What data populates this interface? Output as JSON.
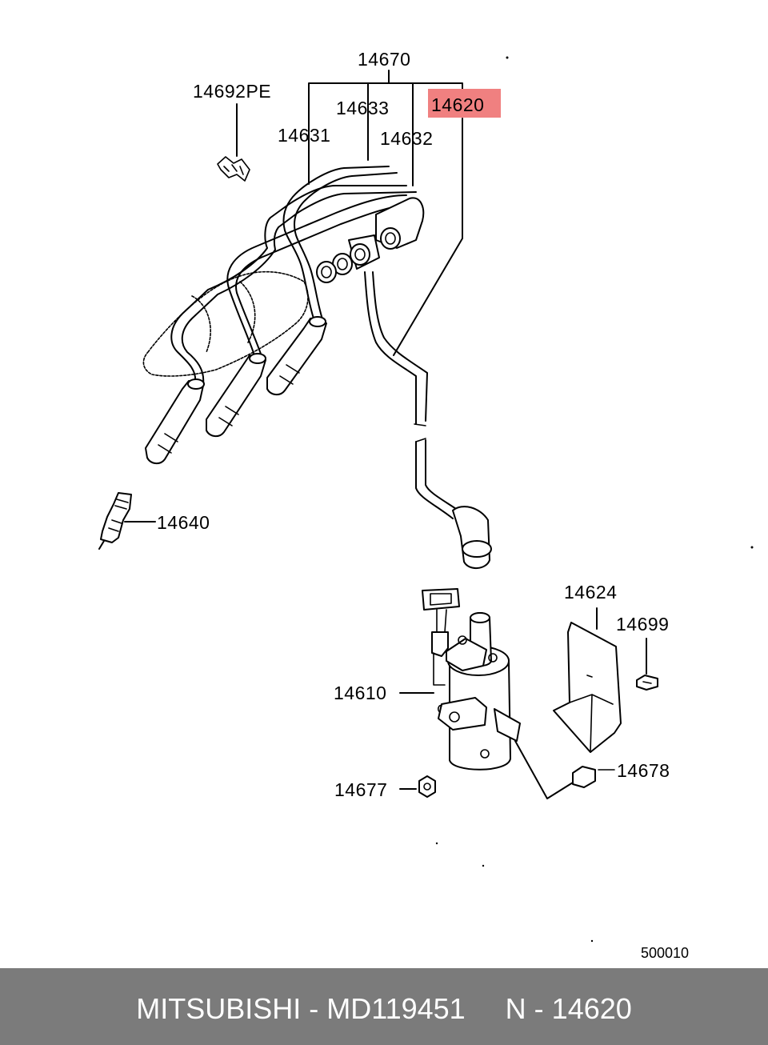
{
  "labels": {
    "p14670": "14670",
    "p14692pe": "14692PE",
    "p14633": "14633",
    "p14620": "14620",
    "p14631": "14631",
    "p14632": "14632",
    "p14640": "14640",
    "p14624": "14624",
    "p14699": "14699",
    "p14610": "14610",
    "p14678": "14678",
    "p14677": "14677",
    "diagram_code": "500010"
  },
  "highlight_color": "#f08080",
  "footer": {
    "text": "MITSUBISHI - MD119451     N - 14620",
    "background": "#7b7b7b"
  }
}
